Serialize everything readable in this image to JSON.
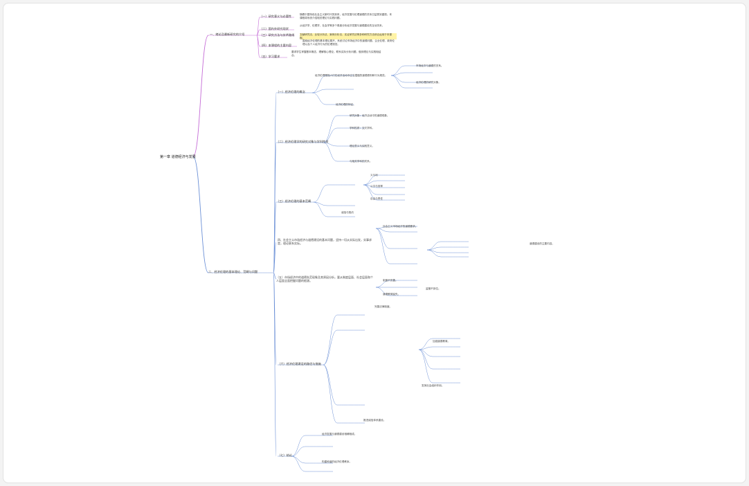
{
  "root": "第一章 道德经济与发展",
  "sec1": {
    "title": "一、绪论及最新研究的介绍",
    "items": [
      {
        "label": "（一）研究意义与必要性",
        "text": "随着中国特色社会主义新时代的到来，经济发展与伦理道德的关系日益受到重视。本课程将系统介绍相关理论与实践问题。"
      },
      {
        "label": "（二）国内外研究现状",
        "text": "从经济学、伦理学、社会学等多个角度分析经济发展与道德建设的互动关系。"
      },
      {
        "label": "（三）研究方法与技术路线",
        "text": "文献研究法、比较分析法、案例分析法、实证研究法等多种研究方法综合运用于本课程。"
      },
      {
        "label": "（四）本课程的主要内容",
        "text": "围绕经济伦理的基本理论展开，系统讨论市场经济中的道德问题、企业伦理、政府伦理以及个人经济行为的伦理规范。"
      },
      {
        "label": "（五）学习要求",
        "text": "要求学生掌握基本概念，理解核心理论，联系实际分析问题，做到理论与实践相结合。"
      }
    ]
  },
  "sec2": {
    "title": "二、经济伦理的基本理论、范畴与问题",
    "sub": [
      {
        "label": "（一）经济伦理的概念",
        "notes": [
          "经济伦理是指人们在经济活动中应当遵循的道德原则和行为规范。",
          "市场经济与道德的关系。",
          "经济伦理的研究对象。",
          "经济伦理的特征。"
        ]
      },
      {
        "label": "（二）经济伦理学的研究对象与学科性质",
        "notes": [
          "研究对象：经济活动中的道德现象。",
          "学科性质：交叉学科。",
          "理论意义与实践意义。",
          "与相关学科的关系。"
        ]
      },
      {
        "label": "（三）经济伦理的基本范畴",
        "notes": [
          "义与利",
          "公平与效率",
          "自由与责任",
          "诚信与契约"
        ]
      },
      {
        "label": "四、社会主义市场经济与道德建设的基本问题，坚持一切从实际出发，实事求是，理论联系实际。",
        "notes": [
          "社会主义市场经济的道德要求。",
          "道德建设的主要内容。"
        ]
      },
      {
        "label": "（五）市场经济中的道德失范现象及其原因分析，要从制度层面、社会层面和个人层面全面把握问题的根源。",
        "notes": [
          "制度不完善。",
          "监管不到位。",
          "道德教育缺失。"
        ]
      },
      {
        "label": "（六）经济伦理建设的路径与措施",
        "notes": [
          "完善法律制度。",
          "加强道德教育。",
          "发挥社会组织作用。",
          "推进诚信体系建设。"
        ]
      },
      {
        "label": "（七）结论",
        "notes": [
          "经济发展与道德建设相辅相成。",
          "构建和谐的经济伦理秩序。"
        ]
      }
    ]
  },
  "colors": {
    "sec1": "#c46ad6",
    "sec2": "#6a8fd6",
    "highlight": "#fff3a6"
  }
}
